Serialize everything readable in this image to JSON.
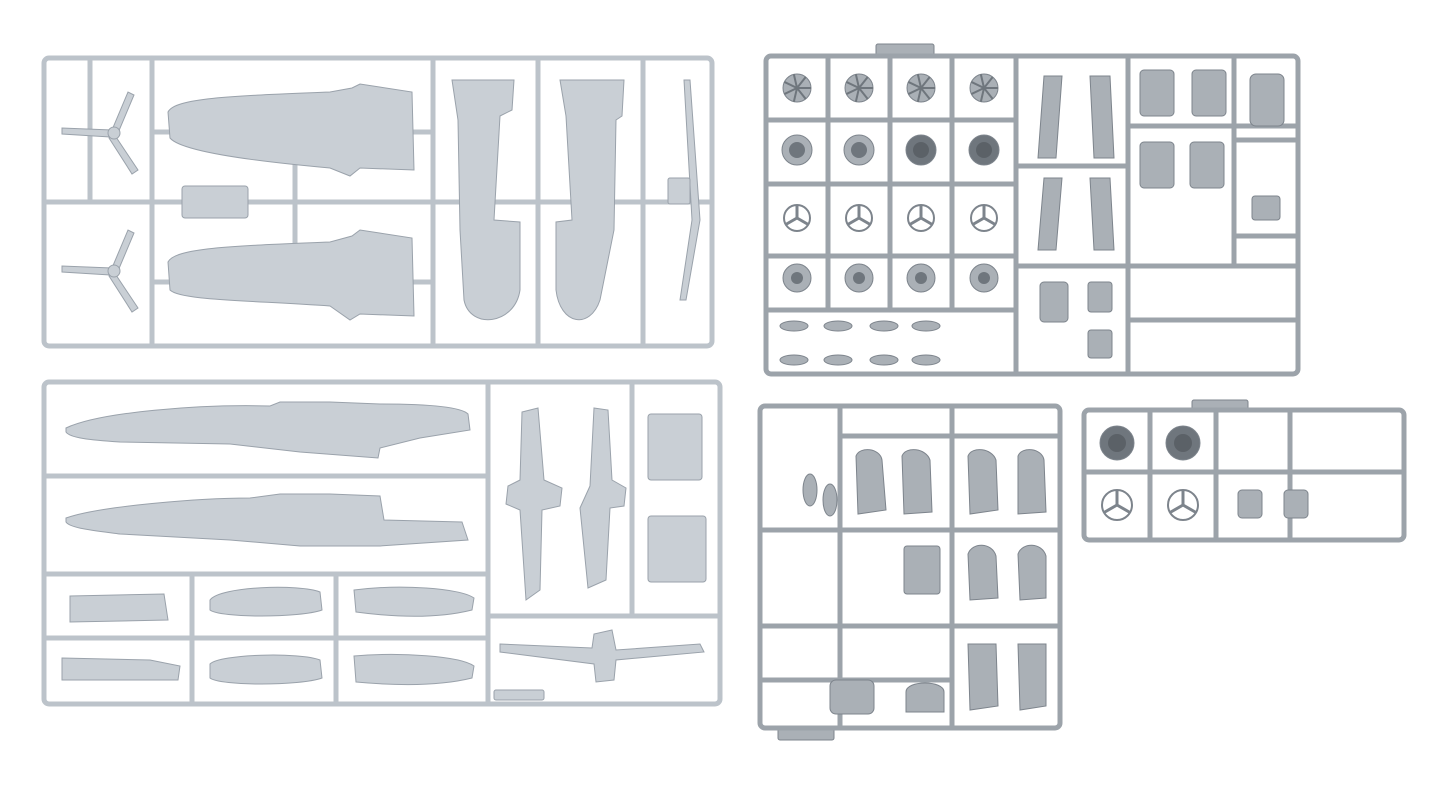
{
  "colors": {
    "background": "#ffffff",
    "sprue_light": "#bcc3ca",
    "sprue_light_edge": "#9aa2ab",
    "part_light": "#c9cfd5",
    "sprue_dark": "#9ca3aa",
    "sprue_dark_edge": "#7d848c",
    "part_dark": "#aab0b6",
    "part_shadow": "#6f767d"
  },
  "sprues": [
    {
      "id": "A",
      "tone": "light",
      "content": "propellers-and-wing-halves"
    },
    {
      "id": "B",
      "tone": "light",
      "content": "fuselage-halves-and-tail"
    },
    {
      "id": "C",
      "tone": "dark",
      "content": "engines-wheels-and-small-parts"
    },
    {
      "id": "D",
      "tone": "dark",
      "content": "nacelles-and-small-parts"
    },
    {
      "id": "E",
      "tone": "dark",
      "content": "engine-cowlings-and-spinners"
    }
  ]
}
